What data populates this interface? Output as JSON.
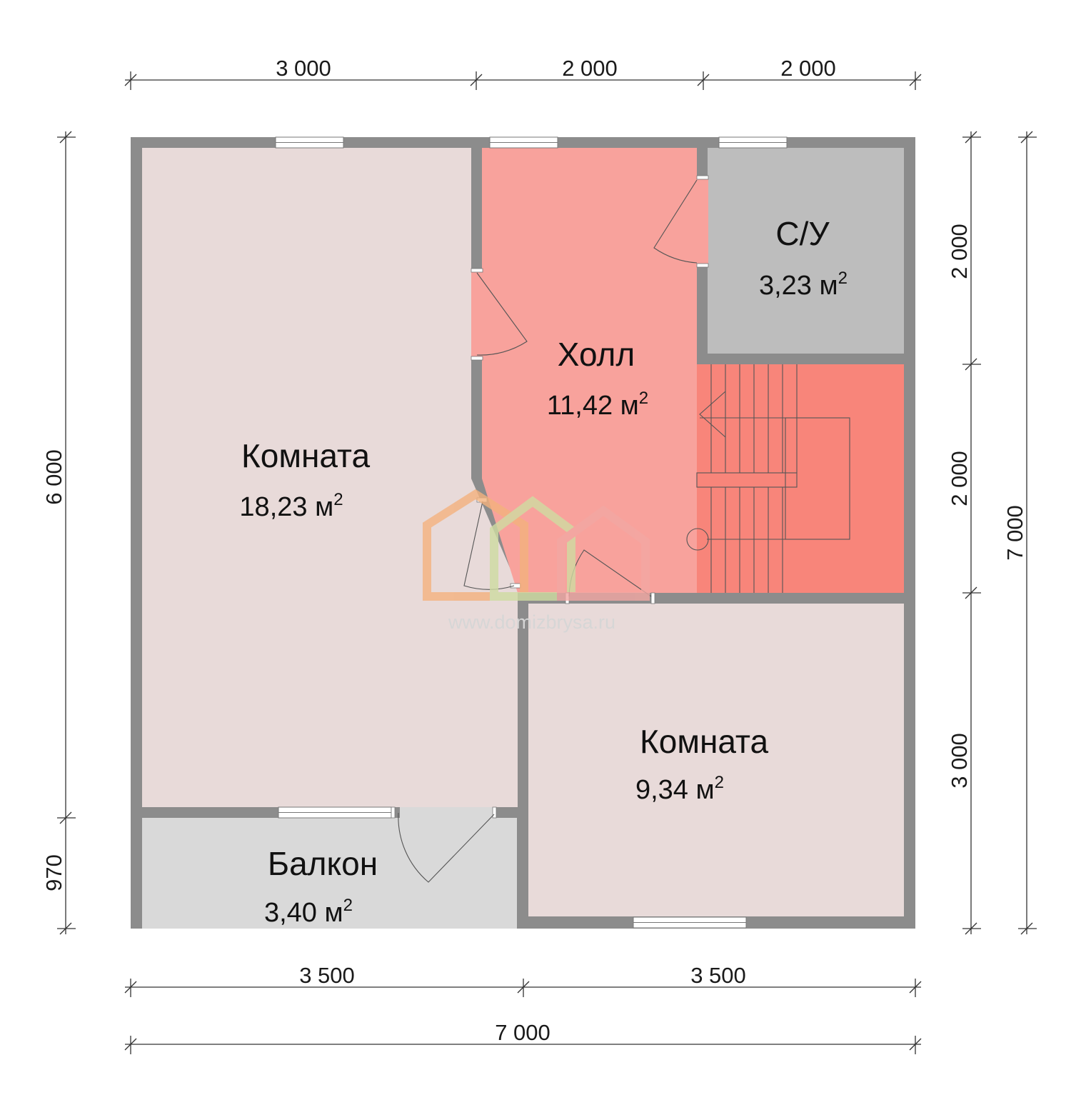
{
  "plan": {
    "rooms": [
      {
        "id": "room-large",
        "name": "Комната",
        "area": "18,23 м",
        "area_sup": "2"
      },
      {
        "id": "hall",
        "name": "Холл",
        "area": "11,42 м",
        "area_sup": "2"
      },
      {
        "id": "bathroom",
        "name": "С/У",
        "area": "3,23 м",
        "area_sup": "2"
      },
      {
        "id": "room-small",
        "name": "Комната",
        "area": "9,34 м",
        "area_sup": "2"
      },
      {
        "id": "balcony",
        "name": "Балкон",
        "area": "3,40 м",
        "area_sup": "2"
      }
    ],
    "dimensions": {
      "top": [
        "3 000",
        "2 000",
        "2 000"
      ],
      "bottom": [
        "3 500",
        "3 500"
      ],
      "bottom_total": "7 000",
      "left": [
        "6 000",
        "970"
      ],
      "right": [
        "2 000",
        "2 000",
        "3 000"
      ],
      "right_total": "7 000"
    },
    "colors": {
      "wall": "#8c8c8c",
      "room": "#e8dad9",
      "hall": "#f8a29c",
      "stairs": "#f8857a",
      "bathroom": "#bdbdbd",
      "balcony": "#d9d9d9"
    }
  },
  "watermark": {
    "text": "www.domizbrysa.ru",
    "colors": [
      "#f4b27e",
      "#cfdca2",
      "#f2a7a3"
    ]
  }
}
